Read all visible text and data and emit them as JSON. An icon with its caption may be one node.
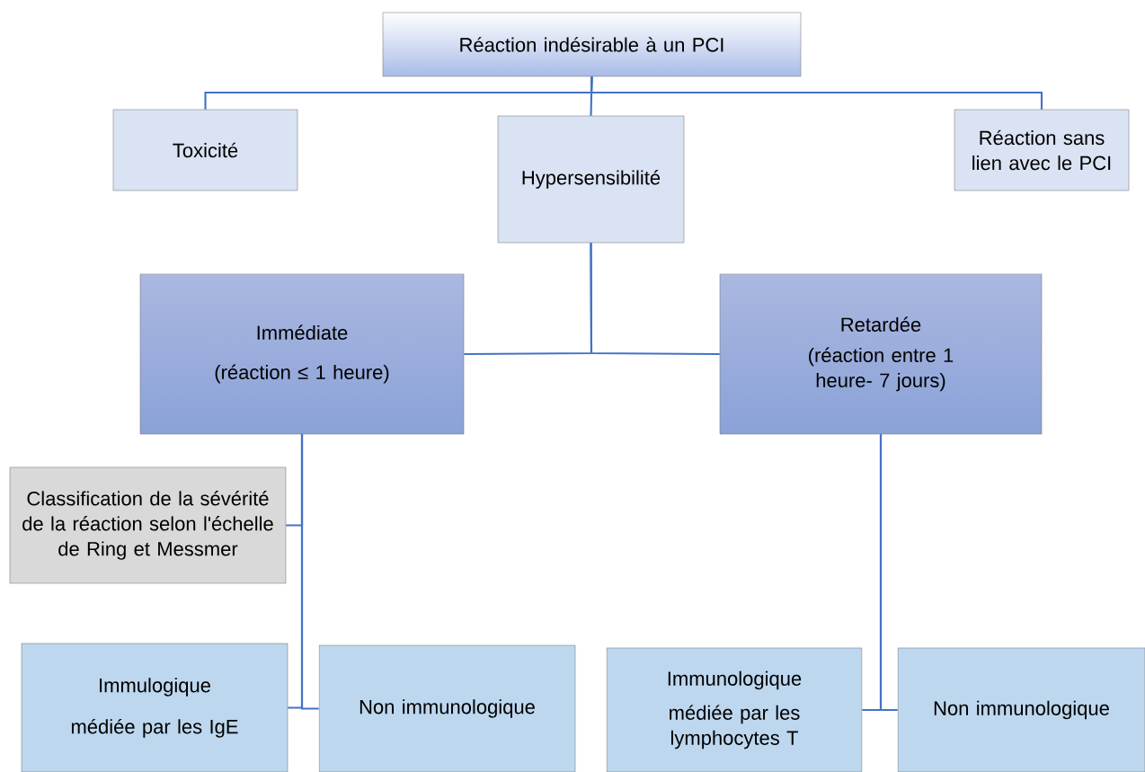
{
  "diagram": {
    "nodes": [
      {
        "text": [
          "Réaction indésirable à un PCI"
        ]
      },
      {
        "text": [
          "Toxicité"
        ]
      },
      {
        "text": [
          "Hypersensibilité"
        ]
      },
      {
        "text": [
          "Réaction sans lien avec le PCI"
        ]
      },
      {
        "text": [
          "Immédiate",
          "(réaction ≤  1 heure)"
        ]
      },
      {
        "text": [
          "Retardée",
          "(réaction entre 1 heure- 7 jours)"
        ]
      },
      {
        "text": [
          "Classification de la sévérité de la réaction selon l'échelle de Ring et Messmer"
        ]
      },
      {
        "text": [
          "Immulogique",
          "médiée par les IgE"
        ]
      },
      {
        "text": [
          "Non immunologique"
        ]
      },
      {
        "text": [
          "Immunologique",
          "médiée par les lymphocytes T"
        ]
      },
      {
        "text": [
          "Non immunologique"
        ]
      }
    ],
    "edges": [
      {
        "from": 0,
        "to": 1,
        "arrow": "none"
      },
      {
        "from": 0,
        "to": 2,
        "arrow": "none"
      },
      {
        "from": 0,
        "to": 3,
        "arrow": "none"
      },
      {
        "from": 2,
        "to": 4,
        "arrow": "none"
      },
      {
        "from": 2,
        "to": 5,
        "arrow": "none"
      },
      {
        "from": 4,
        "to": 6,
        "arrow": "none"
      },
      {
        "from": 4,
        "to": 7,
        "arrow": "none"
      },
      {
        "from": 4,
        "to": 8,
        "arrow": "none"
      },
      {
        "from": 5,
        "to": 9,
        "arrow": "none"
      },
      {
        "from": 5,
        "to": 10,
        "arrow": "none"
      }
    ]
  }
}
